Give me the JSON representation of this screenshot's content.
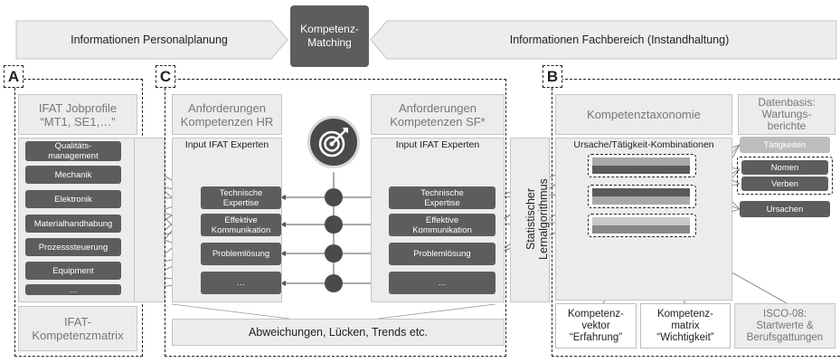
{
  "top": {
    "center_label": "Kompetenz-\nMatching",
    "left_arrow": "Informationen Personalplanung",
    "right_arrow": "Informationen Fachbereich (Instandhaltung)"
  },
  "section_a": {
    "letter": "A",
    "title": "IFAT Jobprofile\n“MT1, SE1,…”",
    "items": [
      "Qualitäts-\nmanagement",
      "Mechanik",
      "Elektronik",
      "Materialhandhabung",
      "Prozesssteuerung",
      "Equipment",
      "…"
    ],
    "footer": "IFAT-\nKompetenzmatrix"
  },
  "section_c": {
    "letter": "C",
    "hr_title": "Anforderungen\nKompetenzen HR",
    "sf_title": "Anforderungen\nKompetenzen SF*",
    "hr_header": "Input IFAT Experten",
    "sf_header": "Input IFAT Experten",
    "hr_items": [
      "Technische\nExpertise",
      "Effektive\nKommunikation",
      "Problemlösung",
      "…"
    ],
    "sf_items": [
      "Technische\nExpertise",
      "Effektive\nKommunikation",
      "Problemlösung",
      "…"
    ],
    "bottom": "Abweichungen, Lücken, Trends etc.",
    "vertical": "Statistischer\nLernalgorithmus",
    "icon": "target-icon"
  },
  "section_b": {
    "letter": "B",
    "taxonomy_title": "Kompetenztaxonomie",
    "combo_header": "Ursache/Tätigkeit-Kombinationen",
    "datenbasis_title": "Datenbasis:\nWartungs-\nberichte",
    "data_items": [
      "Tätigkeiten",
      "Nomen",
      "Verben",
      "Ursachen"
    ],
    "vektor": "Kompetenz-\nvektor\n“Erfahrung”",
    "matrix": "Kompetenz-\nmatrix\n“Wichtigkeit”",
    "isco": "ISCO-08:\nStartwerte &\nBerufsgattungen"
  }
}
